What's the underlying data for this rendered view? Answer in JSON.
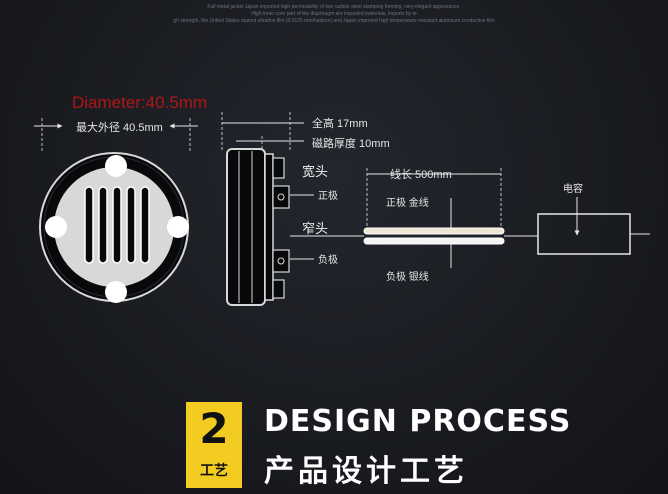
{
  "top_notes": [
    "Full metal jacket Japan imported high permeability of low carbon steel stamping forming, very elegant appearance.",
    "High inner core part of the diaphragm are imported materials, imports by te",
    "gh strength, the United States dupont ultrathin film (0.0125 mm/halpton) and Japan imported high temperature resistant aluminum conductive film"
  ],
  "front_view": {
    "diameter_label": "Diameter:40.5mm",
    "outer_dim_label": "最大外径 40.5mm"
  },
  "side_view": {
    "total_height_label": "全高 17mm",
    "magnet_thickness_label": "磁路厚度 10mm",
    "wide_head_label": "宽头",
    "positive_label": "正极",
    "narrow_head_label": "窄头",
    "negative_label": "负极"
  },
  "wire": {
    "length_label": "线长 500mm",
    "positive_wire_label": "正极  金线",
    "negative_wire_label": "负极  银线"
  },
  "capacitor": {
    "label": "电容"
  },
  "footer": {
    "badge_number": "2",
    "badge_sub": "工艺",
    "title_en": "DESIGN PROCESS",
    "title_cn": "产品设计工艺"
  },
  "colors": {
    "background": "#16181d",
    "accent_yellow": "#f3cc22",
    "diameter_red": "#b01515",
    "line_white": "#e6e6e6"
  }
}
